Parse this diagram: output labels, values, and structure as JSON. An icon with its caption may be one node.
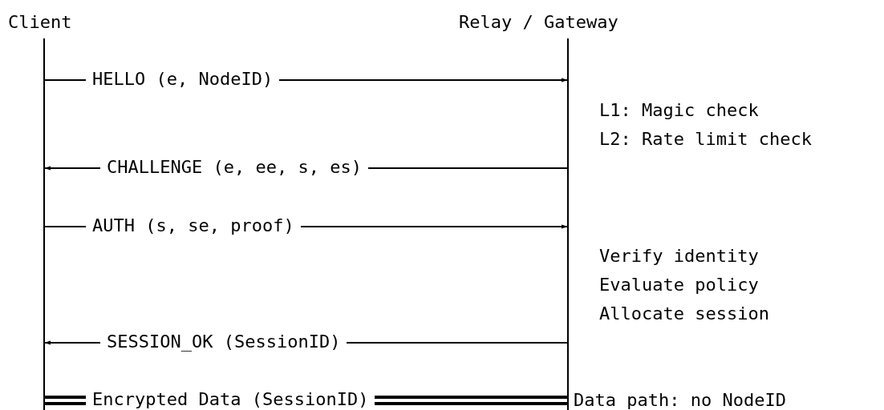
{
  "diagram": {
    "nodes": [
      {
        "text": [
          "Client"
        ]
      },
      {
        "text": [
          "Relay / Gateway"
        ]
      }
    ],
    "edges": [
      {
        "from": 0,
        "to": 1,
        "arrow": "to",
        "label": "HELLO (e, NodeID)"
      },
      {
        "from": 1,
        "to": 0,
        "arrow": "to",
        "label": "CHALLENGE (e, ee, s, es)"
      },
      {
        "from": 0,
        "to": 1,
        "arrow": "to",
        "label": "AUTH (s, se, proof)"
      },
      {
        "from": 1,
        "to": 0,
        "arrow": "to",
        "label": "SESSION_OK (SessionID)"
      },
      {
        "from": 0,
        "to": 1,
        "arrow": "none",
        "label": "Encrypted Data (SessionID)",
        "style": "thick"
      }
    ],
    "labels": [
      "L1: Magic check",
      "L2: Rate limit check",
      "Verify identity",
      "Evaluate policy",
      "Allocate session",
      "Data path: no NodeID"
    ]
  }
}
